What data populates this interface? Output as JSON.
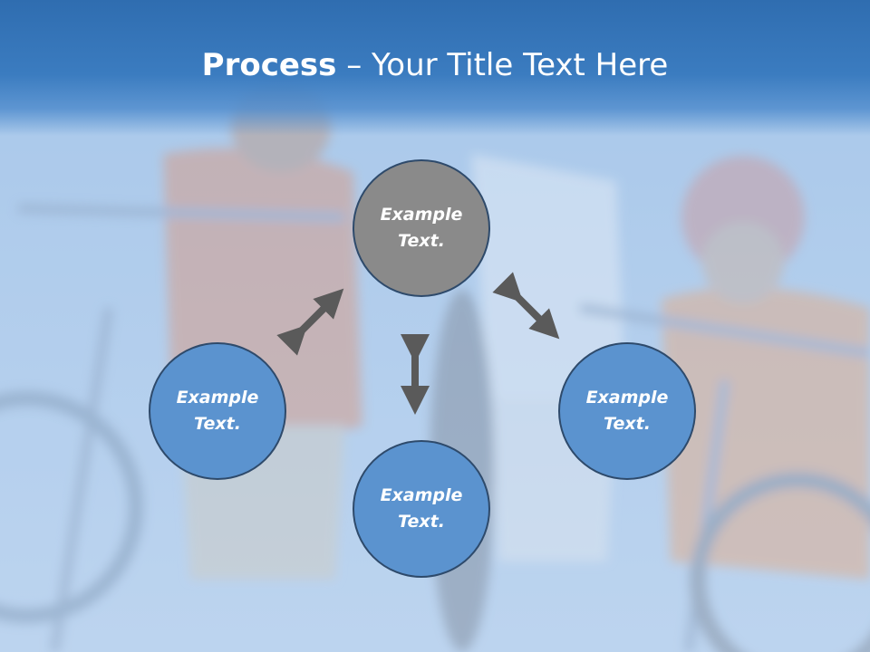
{
  "title": {
    "bold": "Process",
    "separator": " – ",
    "rest": "Your Title Text Here"
  },
  "nodes": [
    {
      "label": "Example Text."
    },
    {
      "label": "Example Text."
    },
    {
      "label": "Example Text."
    },
    {
      "label": "Example Text."
    }
  ],
  "colors": {
    "title_bar": "#3b7cc0",
    "center_node": "#8a8a8a",
    "outer_node": "#5b93cf",
    "node_border": "#2e4a6b",
    "arrow": "#5a5a5a"
  },
  "icons": [
    "double-arrow-icon"
  ]
}
